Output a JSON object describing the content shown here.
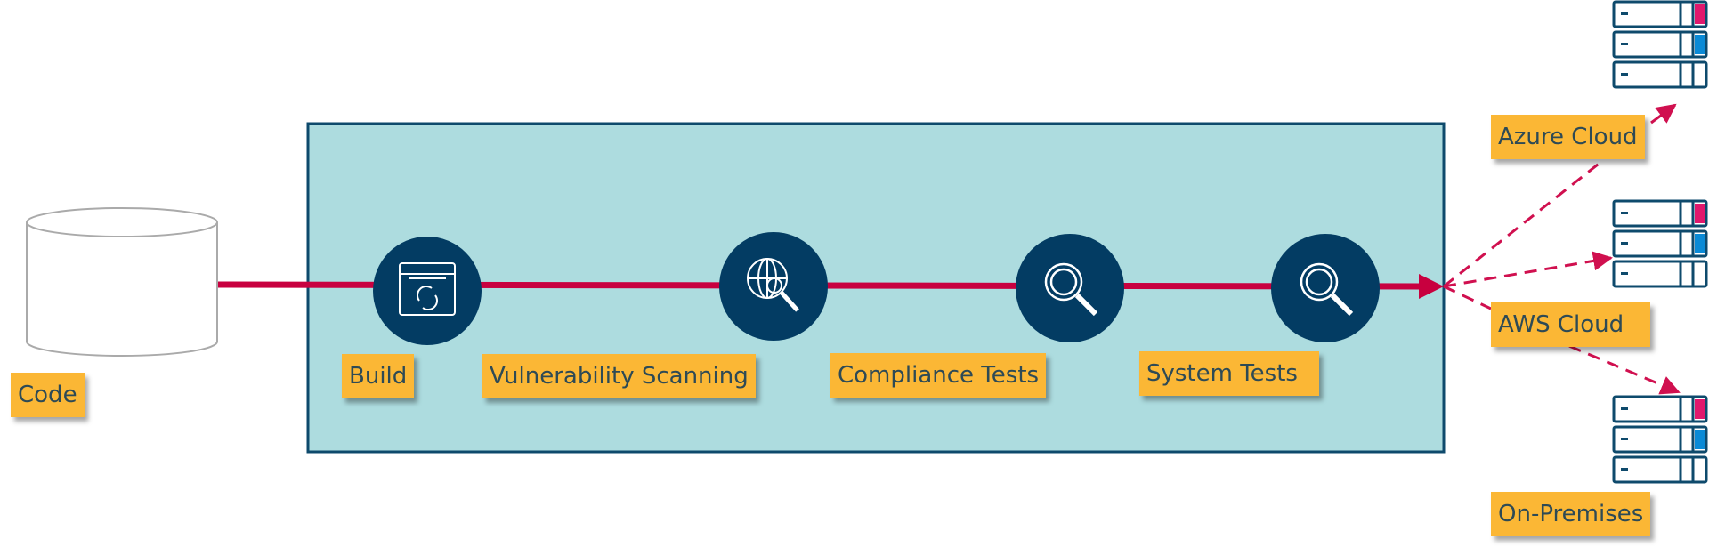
{
  "source": {
    "label": "Code",
    "icon": "database-cylinder-icon"
  },
  "pipeline": {
    "stages": [
      {
        "label": "Build",
        "icon": "build-window-refresh-icon"
      },
      {
        "label": "Vulnerability Scanning",
        "icon": "globe-search-icon"
      },
      {
        "label": "Compliance Tests",
        "icon": "magnifier-icon"
      },
      {
        "label": "System Tests",
        "icon": "magnifier-icon"
      }
    ]
  },
  "targets": [
    {
      "label": "Azure Cloud",
      "icon": "server-rack-icon"
    },
    {
      "label": "AWS Cloud",
      "icon": "server-rack-icon"
    },
    {
      "label": "On-Premises",
      "icon": "server-rack-icon"
    }
  ],
  "colors": {
    "pipeline_bg": "#addcdf",
    "stage": "#033c63",
    "flow": "#c8003f",
    "label_bg": "#fbb735",
    "label_text": "#2e4a55",
    "accent_pink": "#e0186c",
    "accent_blue": "#0a8ad6"
  }
}
